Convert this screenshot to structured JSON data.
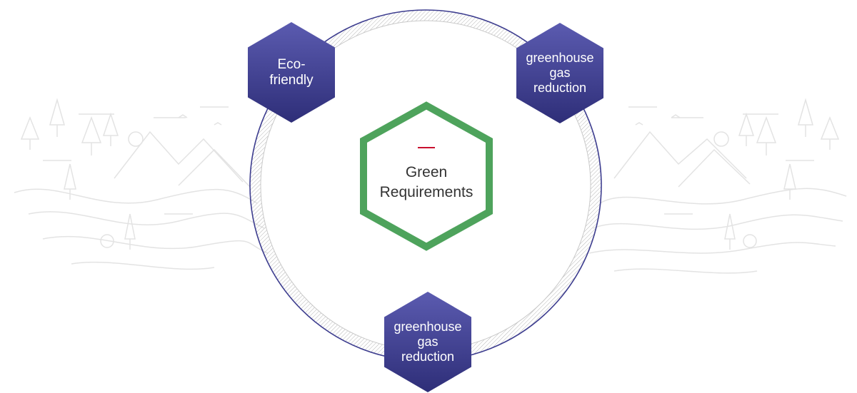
{
  "center": {
    "label": "Green\nRequirements",
    "border_color": "#4ea35c",
    "accent_color": "#c8102e"
  },
  "nodes": [
    {
      "id": "eco-friendly",
      "label": "Eco-\nfriendly"
    },
    {
      "id": "ghg-right",
      "label": "greenhouse\ngas\nreduction"
    },
    {
      "id": "ghg-bottom",
      "label": "greenhouse\ngas\nreduction"
    }
  ],
  "colors": {
    "ring": "#3d3d8f",
    "hex_fill_top": "#5b5bb0",
    "hex_fill_bottom": "#2e2e78",
    "background_art": "#e3e3e3"
  },
  "background_art": "line-art-landscape"
}
